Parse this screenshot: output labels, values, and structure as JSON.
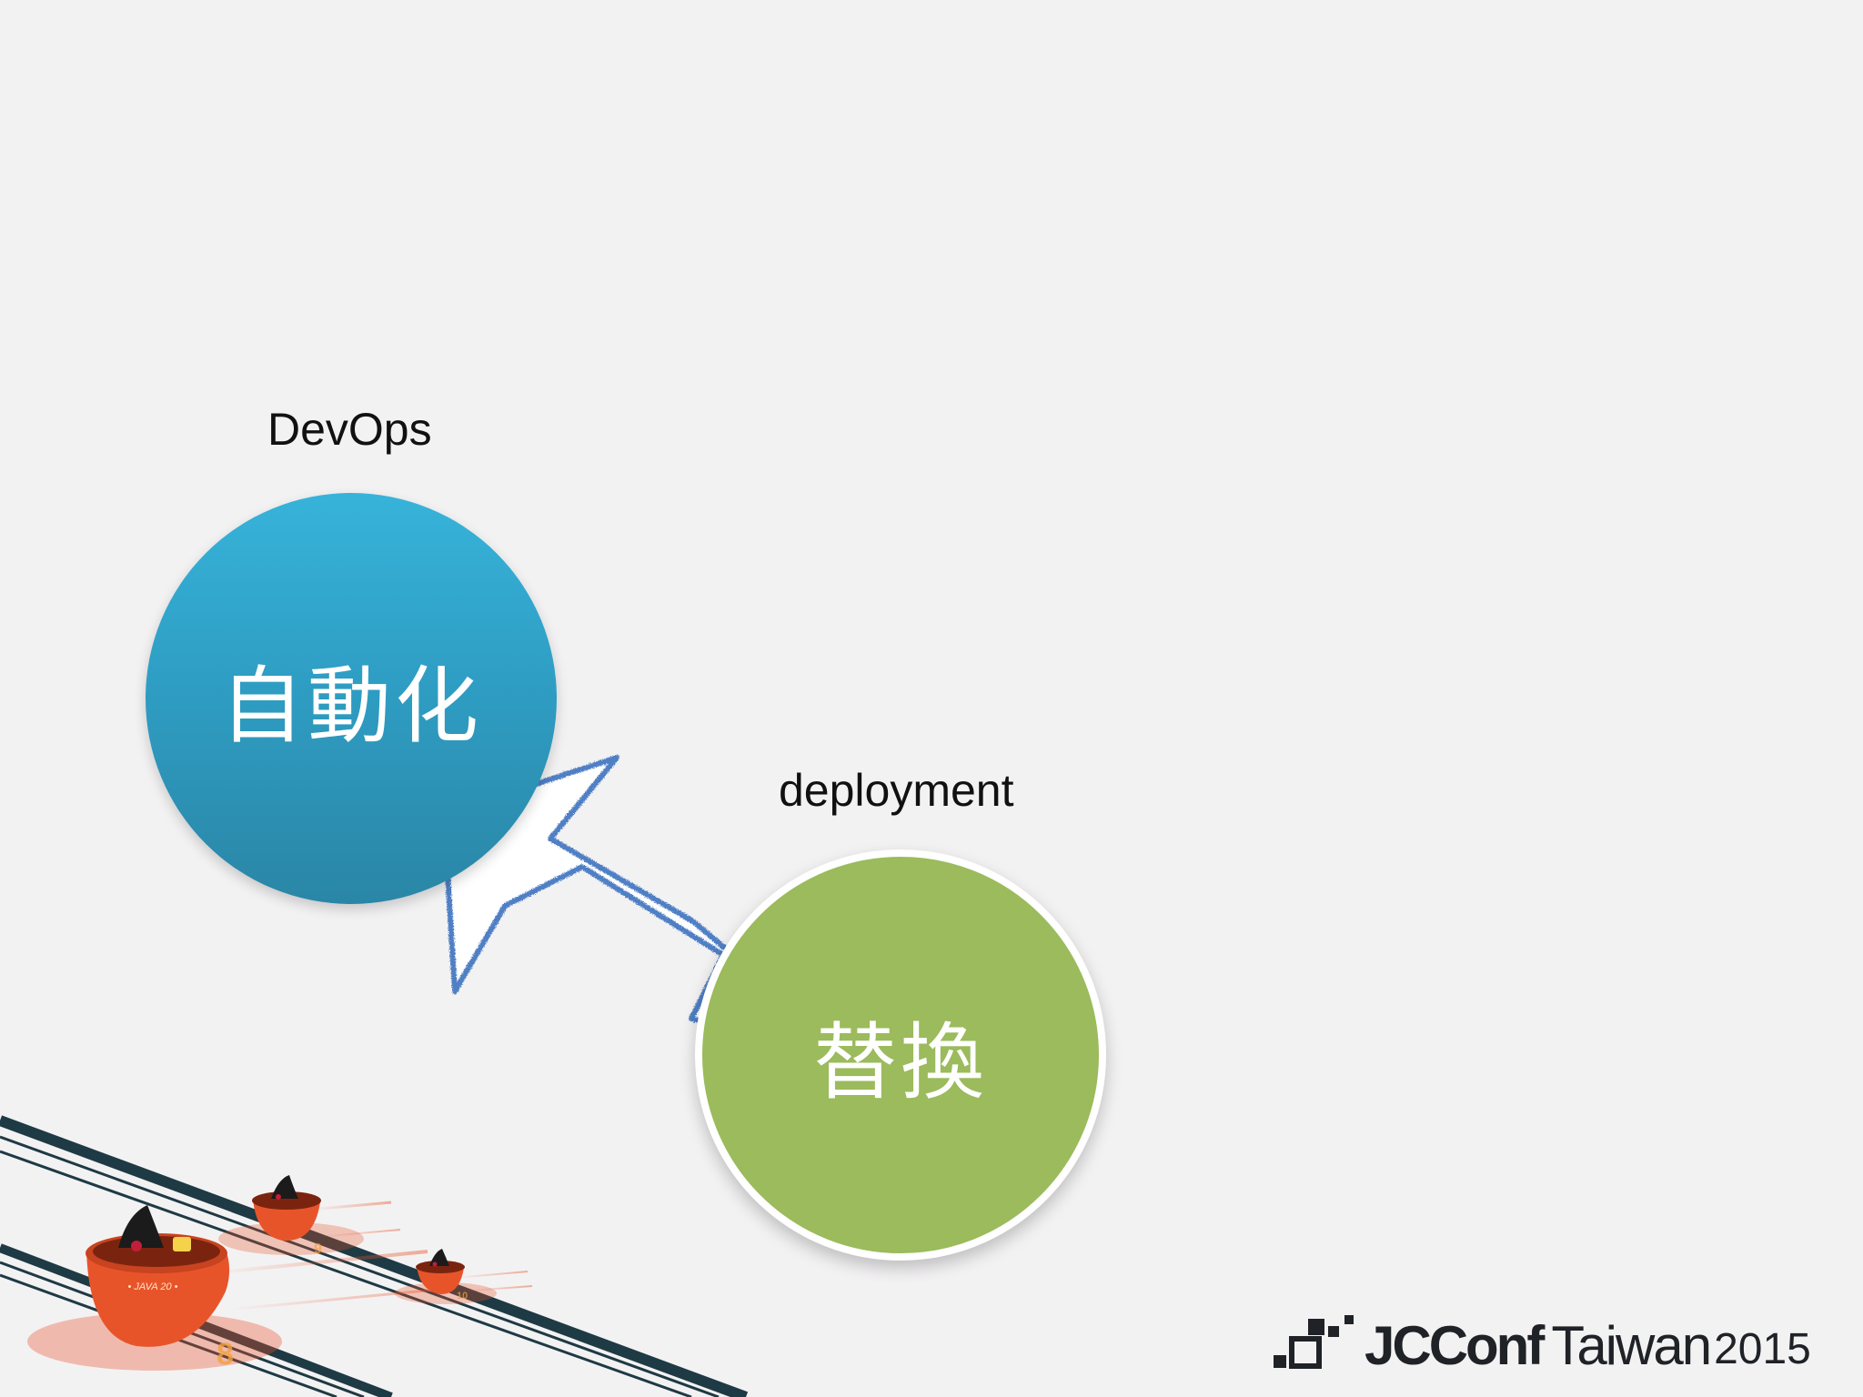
{
  "slide": {
    "background": "#f3f2f3",
    "devops_label": "DevOps",
    "deployment_label": "deployment",
    "blue_circle": {
      "text": "自動化",
      "color": "#34a6cd"
    },
    "green_circle": {
      "text": "替換",
      "color": "#9bbb5c"
    },
    "arrow": {
      "fill": "#ffffff",
      "stroke": "#4f7fc4",
      "direction": "up-left"
    },
    "logo": {
      "brand": "JCConf",
      "place": "Taiwan",
      "year": "2015"
    },
    "illustration": {
      "cup_labels": [
        "JAVA 20",
        "9",
        "10",
        "8"
      ],
      "cup_color": "#e8542a"
    }
  }
}
